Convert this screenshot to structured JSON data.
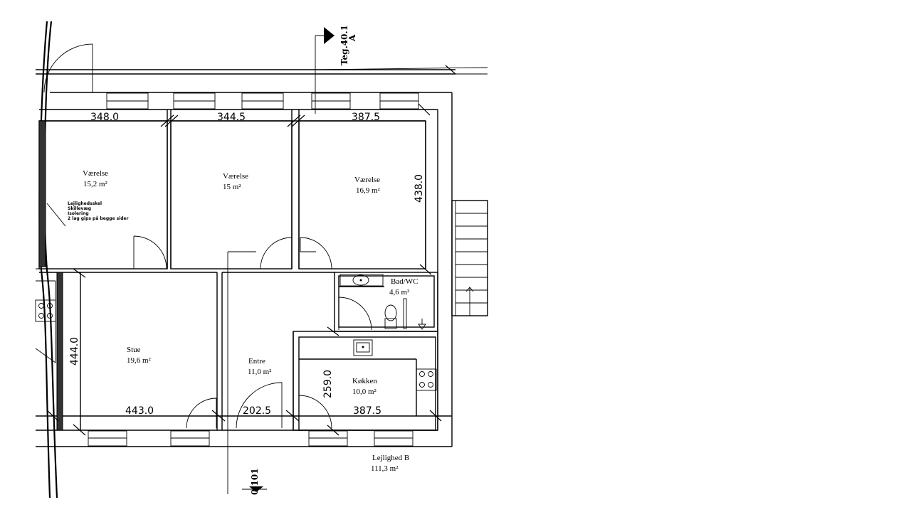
{
  "dimensions": {
    "top_left": "348.0",
    "top_mid": "344.5",
    "top_right": "387.5",
    "right_vertical": "438.0",
    "left_vertical": "444.0",
    "bottom_stue": "443.0",
    "bottom_entre": "202.5",
    "kitchen_vertical": "259.0",
    "bottom_kitchen": "387.5"
  },
  "rooms": {
    "r1": {
      "name": "Værelse",
      "area": "15,2 m²"
    },
    "r2": {
      "name": "Værelse",
      "area": "15 m²"
    },
    "r3": {
      "name": "Værelse",
      "area": "16,9 m²"
    },
    "stue": {
      "name": "Stue",
      "area": "19,6 m²"
    },
    "entre": {
      "name": "Entre",
      "area": "11,0 m²"
    },
    "bad": {
      "name": "Bad/WC",
      "area": "4,6 m²"
    },
    "kokken": {
      "name": "Køkken",
      "area": "10,0 m²"
    }
  },
  "apartment": {
    "name": "Lejlighed B",
    "area": "111,3 m²"
  },
  "section_refs": {
    "top": "Teg.40.1",
    "top_letter": "A",
    "bottom": "0.101"
  },
  "note_lines": [
    "Lejlighedsskel",
    "Skillevæg",
    "Isolering",
    "2 lag gips på begge sider"
  ]
}
